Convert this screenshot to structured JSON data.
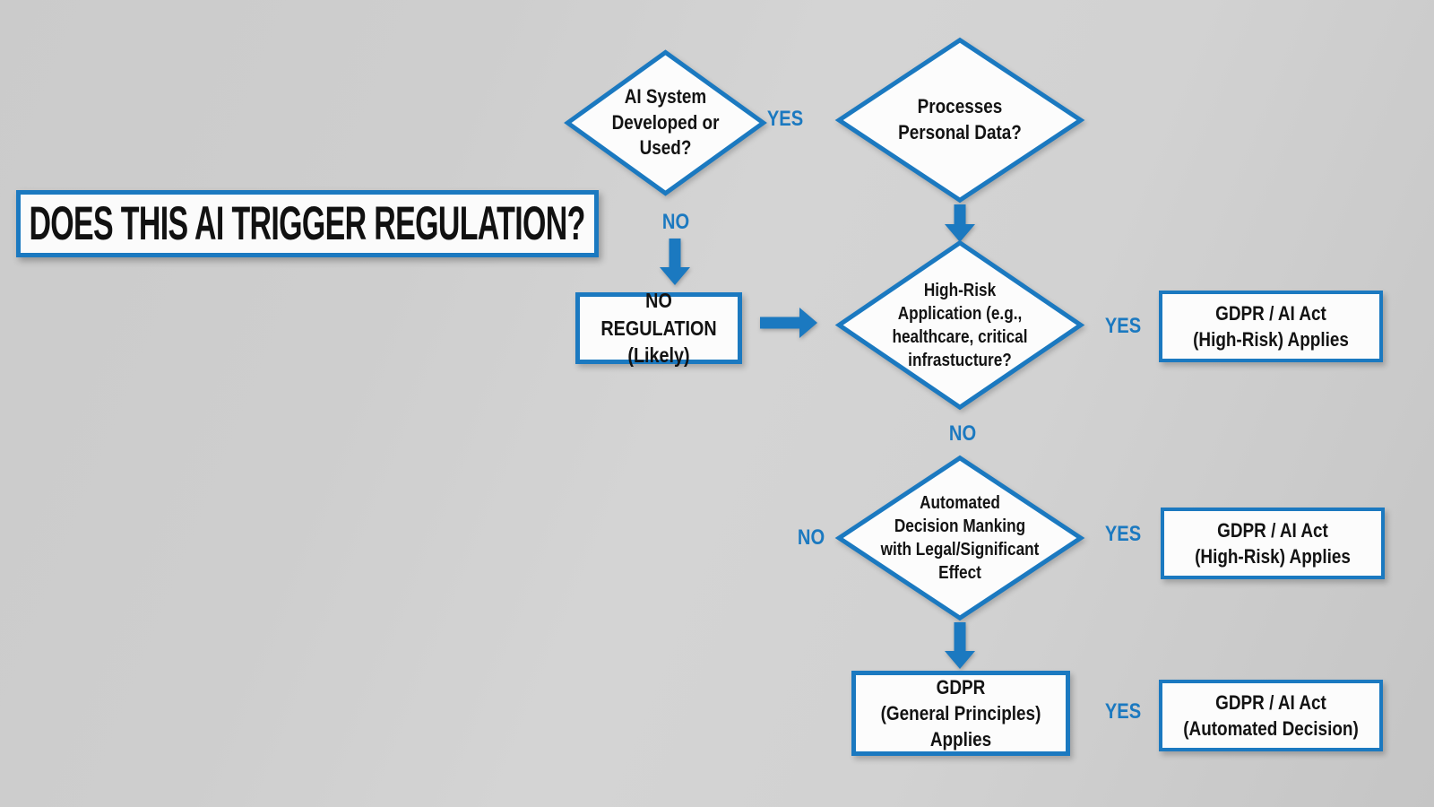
{
  "colors": {
    "accent": "#1b79c0",
    "box_fill": "#fcfcfc",
    "text": "#141414",
    "background": "#cecece"
  },
  "title": "DOES THIS AI TRIGGER REGULATION?",
  "flowchart": {
    "decisions": {
      "ai_system": {
        "label": "AI System\nDeveloped or\nUsed?"
      },
      "personal_data": {
        "label": "Processes\nPersonal Data?"
      },
      "high_risk": {
        "label": "High-Risk\nApplication (e.g.,\nhealthcare, critical\ninfrastucture?"
      },
      "automated": {
        "label": "Automated\nDecision Manking\nwith Legal/Significant\nEffect"
      }
    },
    "outcomes": {
      "no_regulation": {
        "label": "NO REGULATION\n(Likely)"
      },
      "gdpr_high_risk_1": {
        "label": "GDPR / AI Act\n(High-Risk) Applies"
      },
      "gdpr_high_risk_2": {
        "label": "GDPR / AI Act\n(High-Risk) Applies"
      },
      "gdpr_general": {
        "label": "GDPR\n(General Principles)\nApplies"
      },
      "gdpr_automated": {
        "label": "GDPR / AI Act\n(Automated Decision)"
      }
    },
    "edge_labels": {
      "yes_ai_to_personal": "YES",
      "no_ai_down": "NO",
      "yes_high_risk": "YES",
      "no_high_risk_down": "NO",
      "no_automated_left": "NO",
      "yes_automated": "YES",
      "yes_general_to_automated": "YES"
    }
  }
}
